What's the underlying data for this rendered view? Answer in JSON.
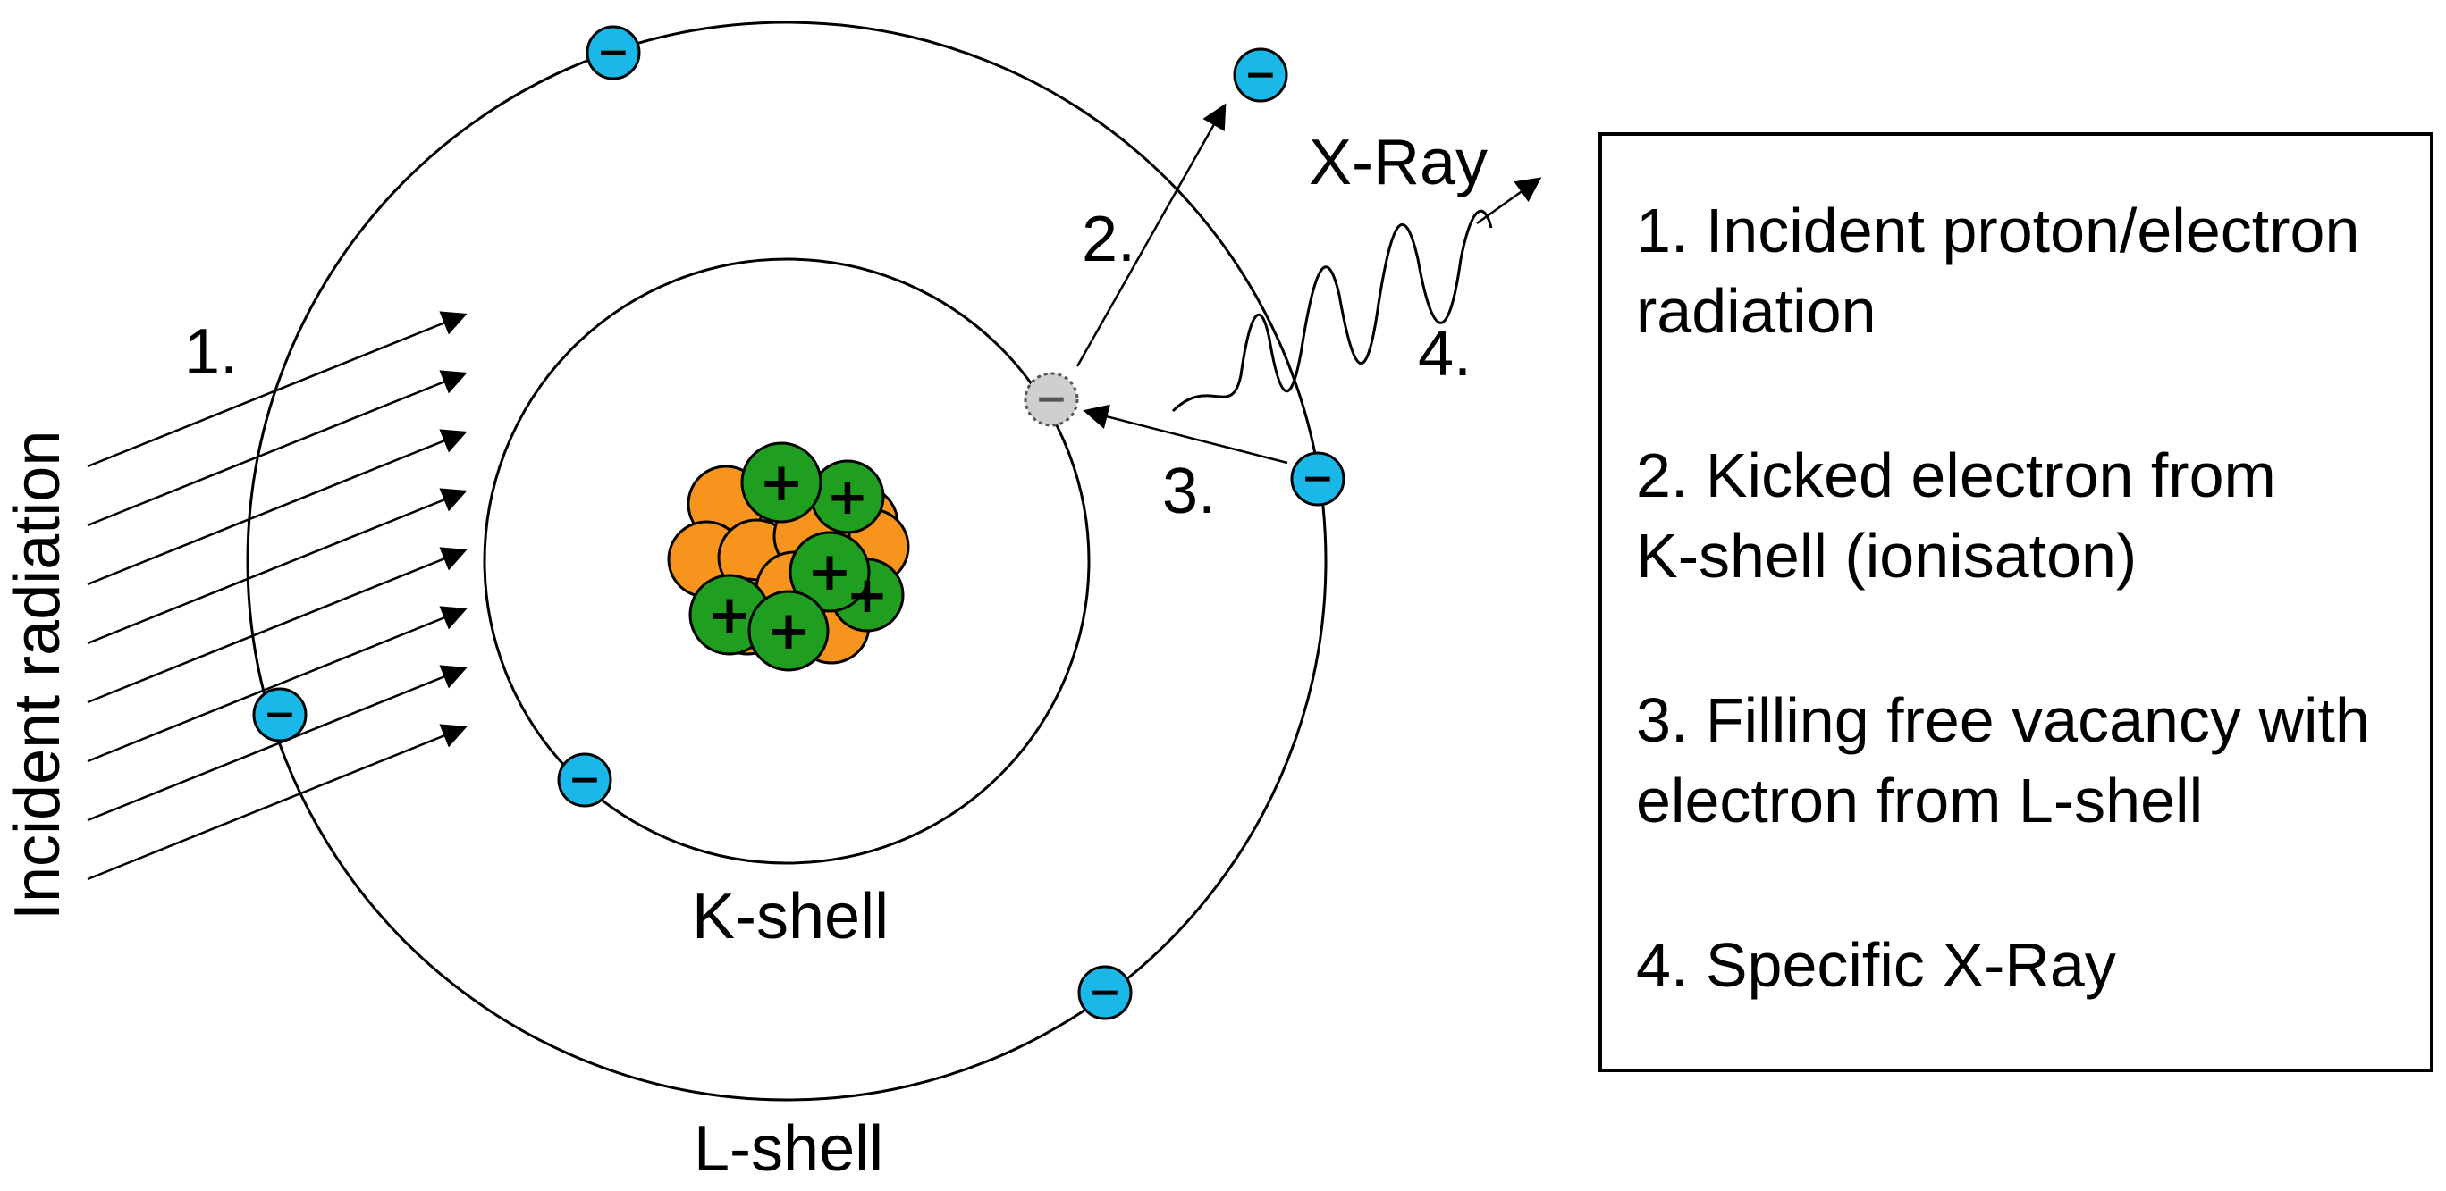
{
  "labels": {
    "incident_radiation": "Incident radiation",
    "step1": "1.",
    "step2": "2.",
    "step3": "3.",
    "step4": "4.",
    "xray": "X-Ray",
    "k_shell": "K-shell",
    "l_shell": "L-shell"
  },
  "legend": {
    "item1_line1": "1. Incident proton/electron",
    "item1_line2": "radiation",
    "item2_line1": "2. Kicked electron from",
    "item2_line2": "K-shell (ionisaton)",
    "item3_line1": "3. Filling free vacancy with",
    "item3_line2": "electron from L-shell",
    "item4_line1": "4. Specific X-Ray"
  },
  "symbols": {
    "electron_sign": "−",
    "proton_sign": "+"
  },
  "colors": {
    "electron": "#1ab8e8",
    "vacancy": "#cfcfcf",
    "proton": "#1f9e1f",
    "neutron": "#f7941d",
    "line": "#000000"
  }
}
